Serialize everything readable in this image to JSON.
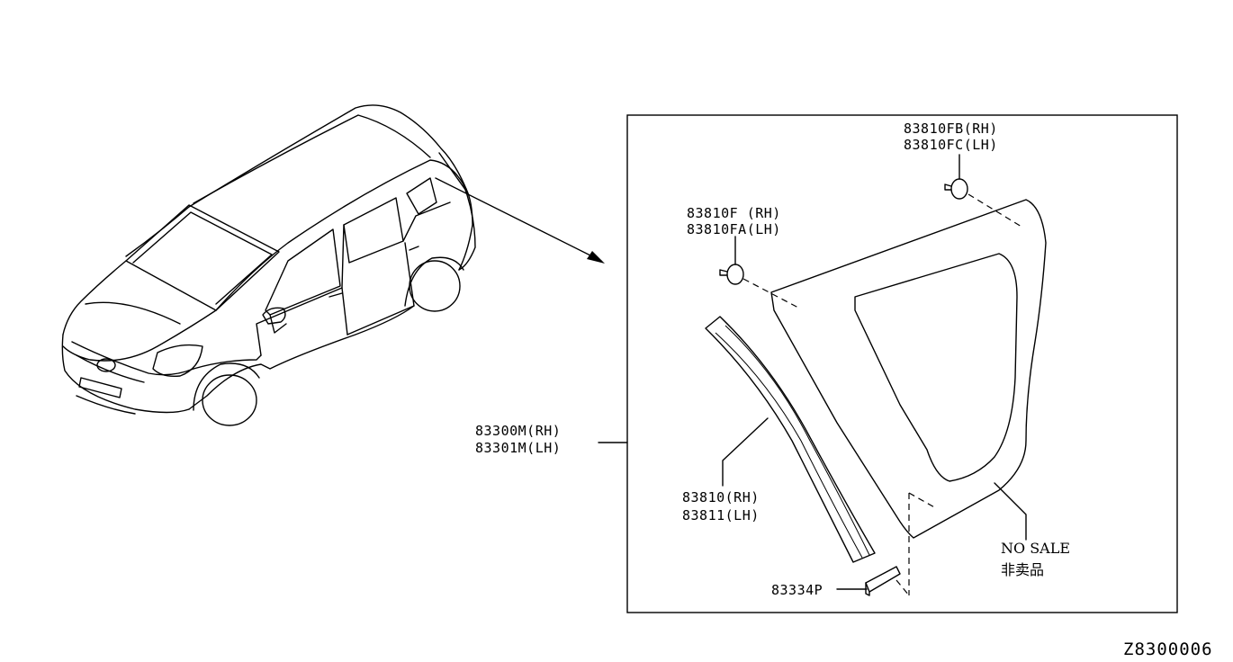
{
  "parts": {
    "clip_upper_rh": "83810FB(RH)",
    "clip_upper_lh": "83810FC(LH)",
    "clip_lower_rh": "83810F (RH)",
    "clip_lower_lh": "83810FA(LH)",
    "window_rh": "83300M(RH)",
    "window_lh": "83301M(LH)",
    "moulding_rh": "83810(RH)",
    "moulding_lh": "83811(LH)",
    "spacer": "83334P"
  },
  "note": {
    "line1": "NO SALE",
    "line2": "非卖品"
  },
  "diagram_code": "Z8300006"
}
